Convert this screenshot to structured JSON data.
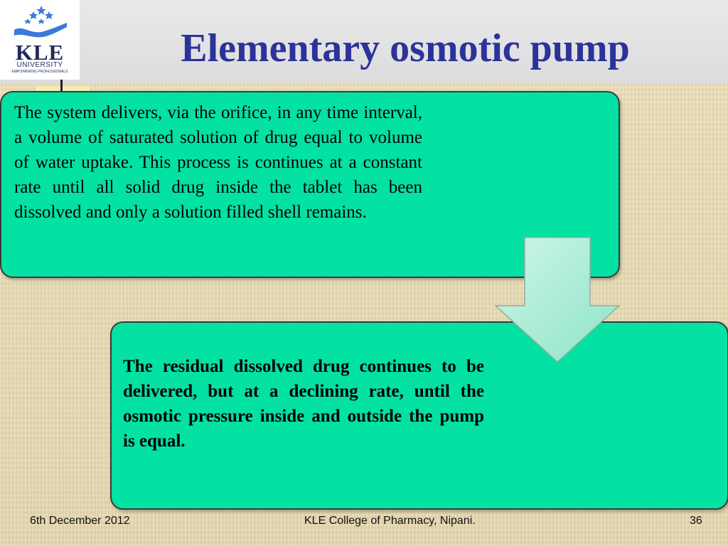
{
  "slide": {
    "title": "Elementary osmotic pump"
  },
  "logo": {
    "main": "KLE",
    "sub": "UNIVERSITY",
    "tagline": "EMPOWERING PROFESSIONALS"
  },
  "box1": {
    "text": "The system delivers, via the orifice, in any time interval, a volume of saturated solution of drug equal to volume of water uptake. This process is continues at a constant rate until all solid drug inside the tablet has been dissolved and only a solution filled shell remains."
  },
  "box2": {
    "text": "The residual dissolved drug continues to be delivered, but at a declining rate, until the osmotic pressure inside and outside the pump is equal."
  },
  "footer": {
    "date": "6th December 2012",
    "organization": "KLE College of Pharmacy, Nipani.",
    "page_number": "36"
  },
  "colors": {
    "box_fill": "#03e1a3",
    "title": "#2b3399",
    "arrow_fill": "#a8ecd6",
    "logo_blue": "#1e2a5a",
    "logo_star": "#3b7ad8"
  },
  "icons": {
    "logo_emblem": "hand-with-stars-icon",
    "flow_arrow": "down-arrow-icon"
  }
}
